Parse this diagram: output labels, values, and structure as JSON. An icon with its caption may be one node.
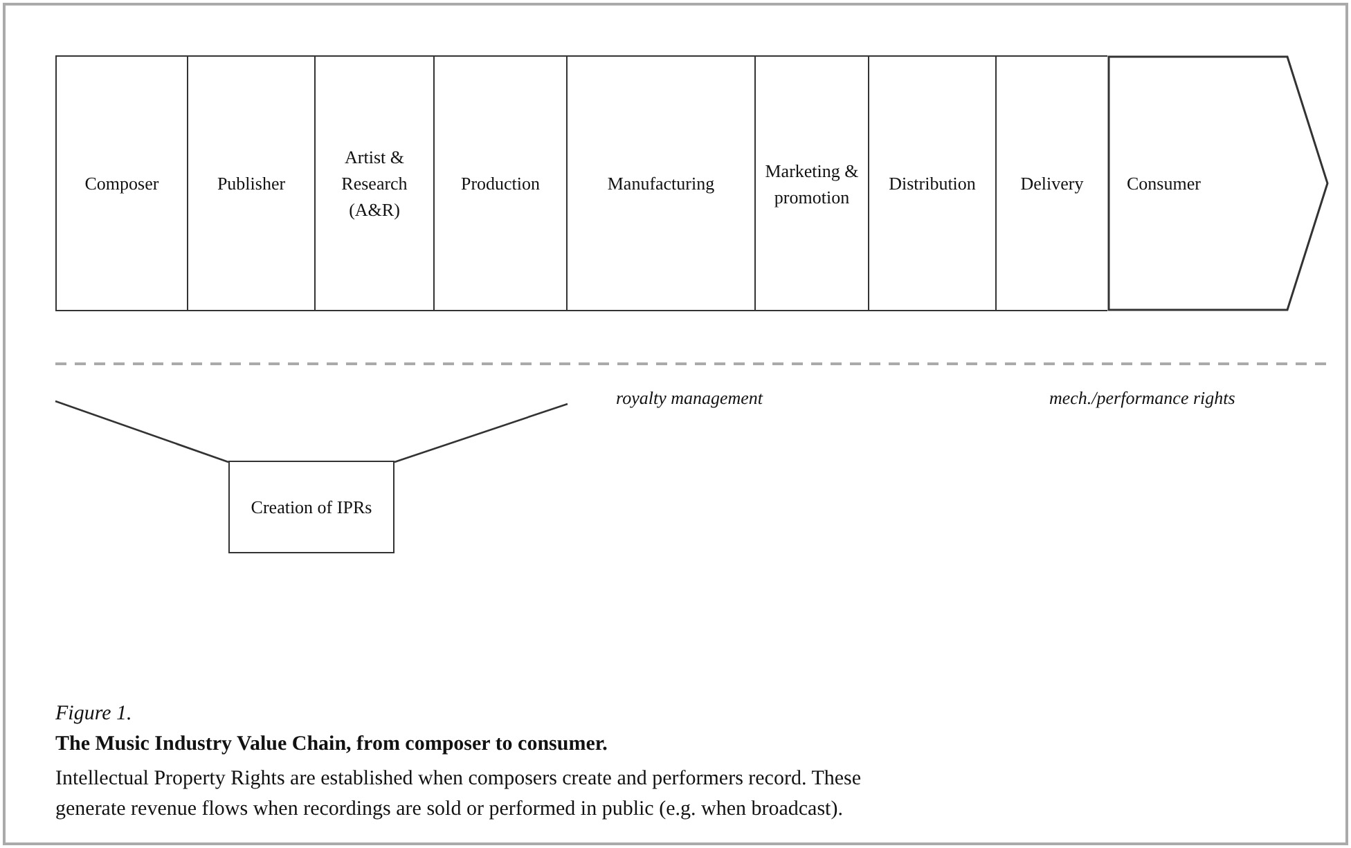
{
  "diagram": {
    "title": "The Music Industry Value Chain, from composer to consumer.",
    "caption": "Intellectual Property Rights are established when composers create and performers record. These generate revenue flows when recordings are sold or performed in public (e.g. when broadcast).",
    "nodes": [
      {
        "text": [
          "Composer"
        ]
      },
      {
        "text": [
          "Publisher"
        ]
      },
      {
        "text": [
          "Artist & Research (A&R)"
        ]
      },
      {
        "text": [
          "Production"
        ]
      },
      {
        "text": [
          "Manufacturing"
        ]
      },
      {
        "text": [
          "Marketing & promotion"
        ]
      },
      {
        "text": [
          "Distribution"
        ]
      },
      {
        "text": [
          "Delivery"
        ]
      },
      {
        "text": [
          "Consumer"
        ]
      },
      {
        "text": [
          "Creation of IPRs"
        ]
      }
    ],
    "labels": [
      "royalty management",
      "mech./performance rights",
      "Figure 1."
    ]
  }
}
